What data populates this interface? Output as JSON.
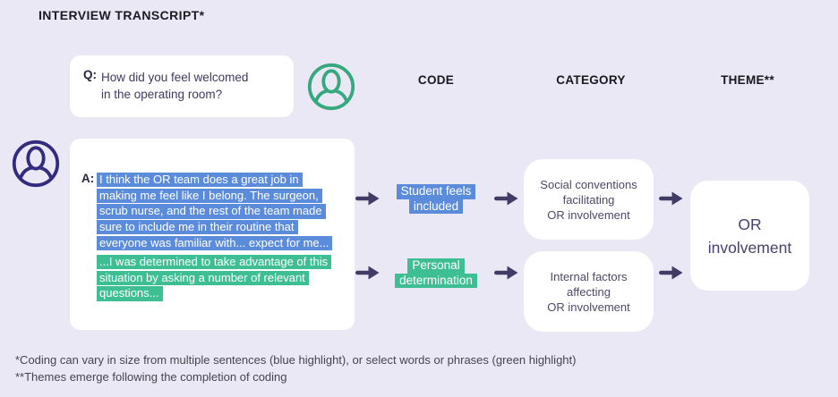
{
  "page": {
    "title": "INTERVIEW TRANSCRIPT*"
  },
  "colors": {
    "background": "#EAE8F4",
    "card": "#FFFFFF",
    "blue_highlight": "#5B8CDB",
    "green_highlight": "#3DBE93",
    "arrow": "#413C66",
    "interviewer_icon_green": "#35A97D",
    "respondent_icon_indigo": "#322B80"
  },
  "columns": {
    "code": "CODE",
    "category": "CATEGORY",
    "theme": "THEME**"
  },
  "transcript": {
    "question": {
      "prefix": "Q:",
      "text": "How did you feel welcomed\nin the operating room?"
    },
    "answer": {
      "prefix": "A:",
      "blue_lines": [
        "I think the OR team does a great job in",
        "making me feel like I belong. The surgeon,",
        "scrub nurse, and the rest of the team made",
        "sure to include me in their routine that",
        "everyone was familiar with... expect for me..."
      ],
      "green_lines": [
        "...I was determined to take advantage of this",
        "situation by asking a number of relevant",
        "questions..."
      ]
    }
  },
  "flow": {
    "rows": [
      {
        "code_lines": [
          "Student feels",
          "included"
        ],
        "code_highlight": "blue",
        "category": "Social conventions\nfacilitating\nOR involvement"
      },
      {
        "code_lines": [
          "Personal",
          "determination"
        ],
        "code_highlight": "green",
        "category": "Internal factors\naffecting\nOR involvement"
      }
    ],
    "theme": "OR\ninvolvement"
  },
  "footnotes": [
    "*Coding can vary in size from multiple sentences (blue highlight), or select words or phrases (green highlight)",
    "**Themes emerge following the completion of coding"
  ]
}
